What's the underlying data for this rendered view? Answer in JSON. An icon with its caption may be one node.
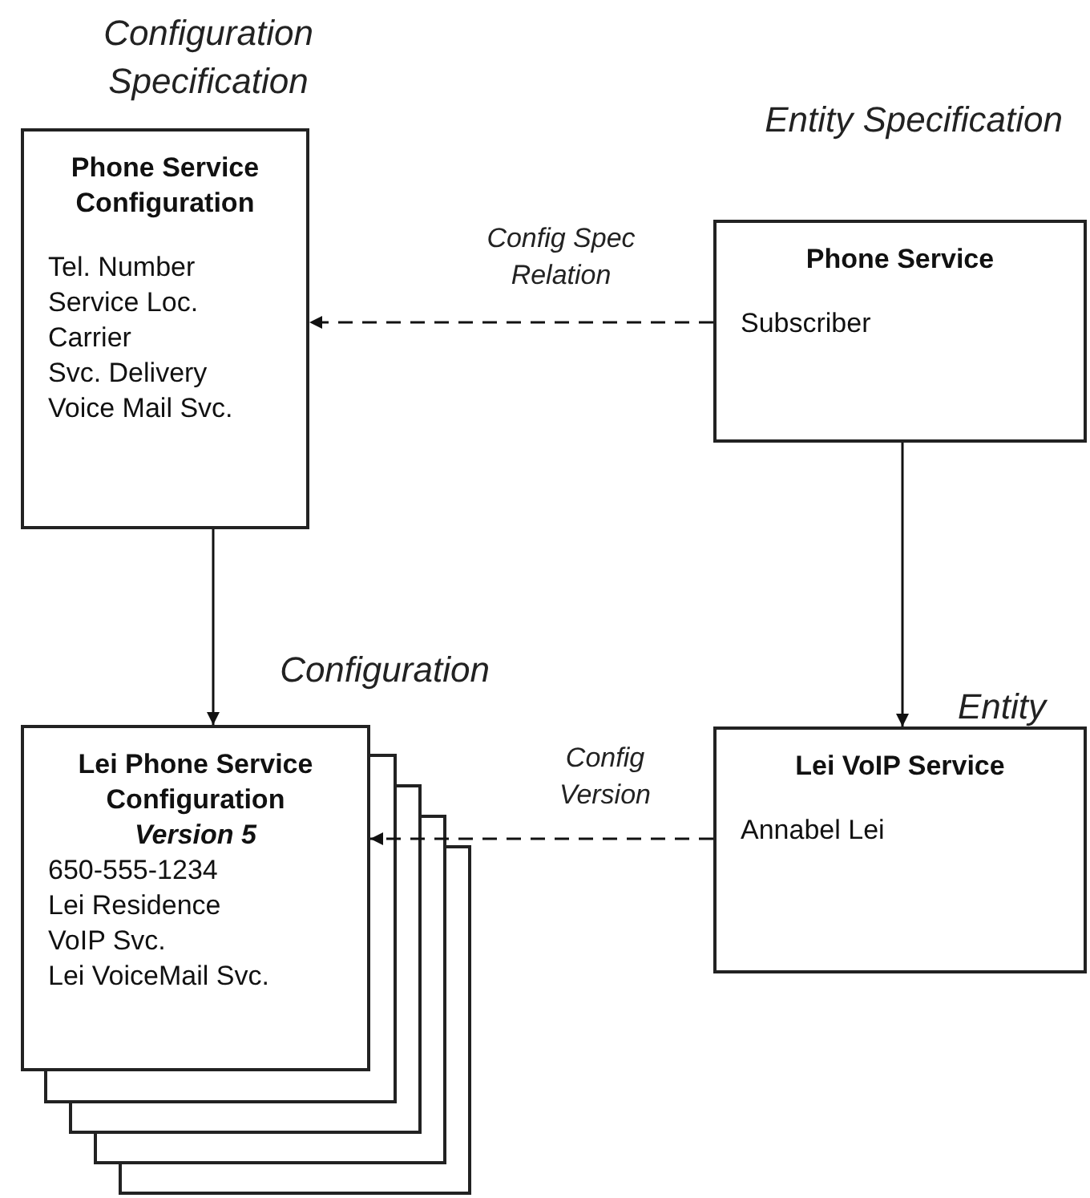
{
  "diagram": {
    "nodes": [
      {
        "text": [
          "Phone Service Configuration",
          "Tel. Number",
          "Service Loc.",
          "Carrier",
          "Svc. Delivery",
          "Voice Mail Svc."
        ],
        "beside": [
          "Configuration Specification"
        ]
      },
      {
        "text": [
          "Phone Service",
          "Subscriber"
        ],
        "beside": [
          "Entity Specification"
        ]
      },
      {
        "text": [
          "Lei Phone Service Configuration",
          "Version 5",
          "650-555-1234",
          "Lei Residence",
          "VoIP Svc.",
          "Lei VoiceMail Svc."
        ],
        "beside": [
          "Configuration"
        ]
      },
      {
        "text": [
          "Lei VoIP Service",
          "Annabel Lei"
        ],
        "beside": [
          "Entity"
        ]
      }
    ],
    "edges": [
      {
        "from": 1,
        "to": 0,
        "arrow": "to",
        "label": "Config Spec Relation",
        "style": "dashed"
      },
      {
        "from": 0,
        "to": 2,
        "arrow": "to"
      },
      {
        "from": 1,
        "to": 3,
        "arrow": "to"
      },
      {
        "from": 3,
        "to": 2,
        "arrow": "to",
        "label": "Config Version",
        "style": "dashed"
      }
    ]
  }
}
